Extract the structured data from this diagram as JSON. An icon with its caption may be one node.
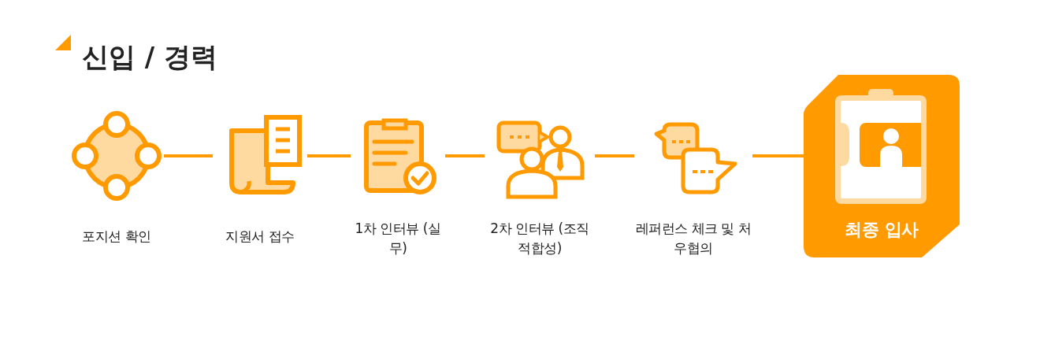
{
  "diagram": {
    "title": "신입 / 경력",
    "nodes": [
      {
        "text": [
          "포지션 확인"
        ]
      },
      {
        "text": [
          "지원서 접수"
        ]
      },
      {
        "text": [
          "1차 인터뷰 (실무)"
        ]
      },
      {
        "text": [
          "2차 인터뷰 (조직 적합성)"
        ]
      },
      {
        "text": [
          "레퍼런스 체크 및 처우협의"
        ]
      },
      {
        "text": [
          "최종 입사"
        ]
      }
    ],
    "edges": [
      {
        "from": 0,
        "to": 1,
        "arrow": "none"
      },
      {
        "from": 1,
        "to": 2,
        "arrow": "none"
      },
      {
        "from": 2,
        "to": 3,
        "arrow": "none"
      },
      {
        "from": 3,
        "to": 4,
        "arrow": "none"
      },
      {
        "from": 4,
        "to": 5,
        "arrow": "none"
      }
    ]
  }
}
